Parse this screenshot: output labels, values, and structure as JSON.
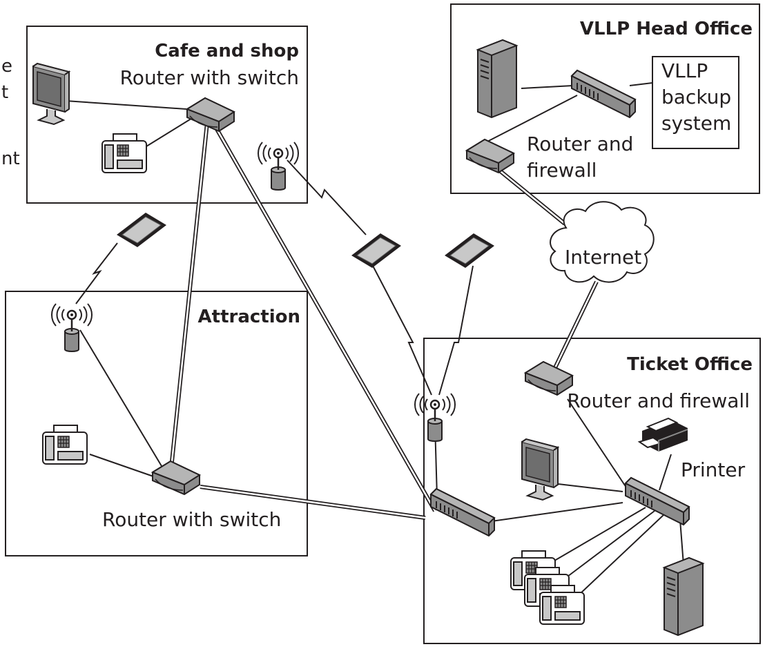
{
  "offices": {
    "cafe": {
      "title": "Cafe and shop",
      "router_label": "Router with switch"
    },
    "head_office": {
      "title": "VLLP Head Office",
      "router_label_line1": "Router and",
      "router_label_line2": "firewall"
    },
    "backup": {
      "line1": "VLLP",
      "line2": "backup",
      "line3": "system"
    },
    "attraction": {
      "title": "Attraction",
      "router_label": "Router with switch"
    },
    "ticket_office": {
      "title": "Ticket Office",
      "router_label": "Router and firewall",
      "printer_label": "Printer"
    }
  },
  "internet_label": "Internet",
  "cropped_text": [
    "e",
    "t",
    "nt"
  ],
  "colors": {
    "device_fill": "#8c8c8c",
    "device_light": "#c8c8c8",
    "line": "#231f20"
  }
}
